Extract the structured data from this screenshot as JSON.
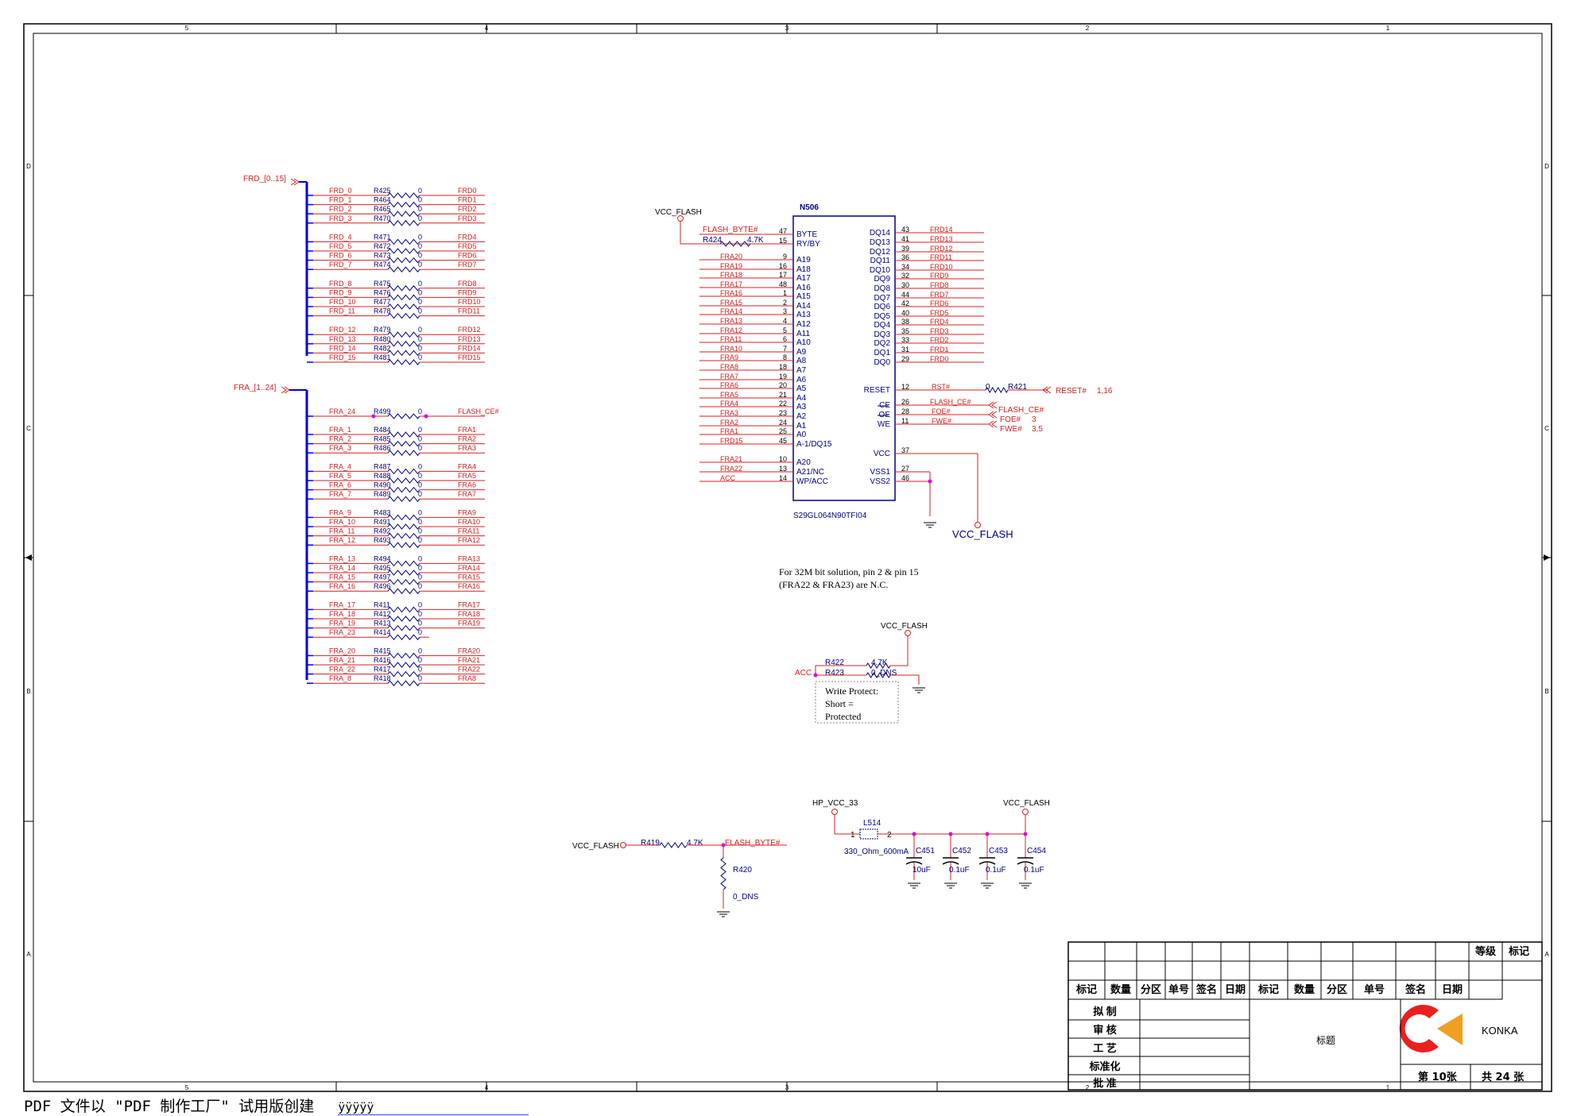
{
  "footer": {
    "text": "PDF 文件以 \"PDF 制作工厂\" 试用版创建",
    "link": "ÿÿÿÿÿ"
  },
  "colors": {
    "wire": "#d42020",
    "bus": "#0000e0",
    "part_text": "#000080",
    "net_text": "#d42020",
    "border": "#000000",
    "junction": "#e000e0",
    "logo_red": "#e82020",
    "logo_orange": "#f0a020"
  },
  "border": {
    "top_zones": [
      "5",
      "4",
      "3",
      "2",
      "1"
    ],
    "bottom_zones": [
      "5",
      "4",
      "3",
      "2",
      "1"
    ],
    "side_zones": [
      "D",
      "C",
      "B",
      "A"
    ]
  },
  "frd_bus": {
    "label": "FRD_[0..15]",
    "rows": [
      {
        "left": "FRD_0",
        "ref": "R425",
        "val": "0",
        "right": "FRD0"
      },
      {
        "left": "FRD_1",
        "ref": "R464",
        "val": "0",
        "right": "FRD1"
      },
      {
        "left": "FRD_2",
        "ref": "R465",
        "val": "0",
        "right": "FRD2"
      },
      {
        "left": "FRD_3",
        "ref": "R470",
        "val": "0",
        "right": "FRD3"
      },
      {
        "left": "FRD_4",
        "ref": "R471",
        "val": "0",
        "right": "FRD4"
      },
      {
        "left": "FRD_5",
        "ref": "R472",
        "val": "0",
        "right": "FRD5"
      },
      {
        "left": "FRD_6",
        "ref": "R473",
        "val": "0",
        "right": "FRD6"
      },
      {
        "left": "FRD_7",
        "ref": "R474",
        "val": "0",
        "right": "FRD7"
      },
      {
        "left": "FRD_8",
        "ref": "R475",
        "val": "0",
        "right": "FRD8"
      },
      {
        "left": "FRD_9",
        "ref": "R476",
        "val": "0",
        "right": "FRD9"
      },
      {
        "left": "FRD_10",
        "ref": "R477",
        "val": "0",
        "right": "FRD10"
      },
      {
        "left": "FRD_11",
        "ref": "R478",
        "val": "0",
        "right": "FRD11"
      },
      {
        "left": "FRD_12",
        "ref": "R479",
        "val": "0",
        "right": "FRD12"
      },
      {
        "left": "FRD_13",
        "ref": "R480",
        "val": "0",
        "right": "FRD13"
      },
      {
        "left": "FRD_14",
        "ref": "R482",
        "val": "0",
        "right": "FRD14"
      },
      {
        "left": "FRD_15",
        "ref": "R481",
        "val": "0",
        "right": "FRD15"
      }
    ]
  },
  "fra_bus": {
    "label": "FRA_[1..24]",
    "top_row": {
      "left": "FRA_24",
      "ref": "R499",
      "val": "0",
      "right": "FLASH_CE#"
    },
    "rows": [
      {
        "left": "FRA_1",
        "ref": "R484",
        "val": "0",
        "right": "FRA1"
      },
      {
        "left": "FRA_2",
        "ref": "R485",
        "val": "0",
        "right": "FRA2"
      },
      {
        "left": "FRA_3",
        "ref": "R486",
        "val": "0",
        "right": "FRA3"
      },
      {
        "left": "FRA_4",
        "ref": "R487",
        "val": "0",
        "right": "FRA4"
      },
      {
        "left": "FRA_5",
        "ref": "R488",
        "val": "0",
        "right": "FRA5"
      },
      {
        "left": "FRA_6",
        "ref": "R490",
        "val": "0",
        "right": "FRA6"
      },
      {
        "left": "FRA_7",
        "ref": "R489",
        "val": "0",
        "right": "FRA7"
      },
      {
        "left": "FRA_9",
        "ref": "R483",
        "val": "0",
        "right": "FRA9"
      },
      {
        "left": "FRA_10",
        "ref": "R491",
        "val": "0",
        "right": "FRA10"
      },
      {
        "left": "FRA_11",
        "ref": "R492",
        "val": "0",
        "right": "FRA11"
      },
      {
        "left": "FRA_12",
        "ref": "R493",
        "val": "0",
        "right": "FRA12"
      },
      {
        "left": "FRA_13",
        "ref": "R494",
        "val": "0",
        "right": "FRA13"
      },
      {
        "left": "FRA_14",
        "ref": "R495",
        "val": "0",
        "right": "FRA14"
      },
      {
        "left": "FRA_15",
        "ref": "R497",
        "val": "0",
        "right": "FRA15"
      },
      {
        "left": "FRA_16",
        "ref": "R496",
        "val": "0",
        "right": "FRA16"
      },
      {
        "left": "FRA_17",
        "ref": "R411",
        "val": "0",
        "right": "FRA17"
      },
      {
        "left": "FRA_18",
        "ref": "R412",
        "val": "0",
        "right": "FRA18"
      },
      {
        "left": "FRA_19",
        "ref": "R413",
        "val": "0",
        "right": "FRA19"
      },
      {
        "left": "FRA_23",
        "ref": "R414",
        "val": "0",
        "right": ""
      },
      {
        "left": "FRA_20",
        "ref": "R415",
        "val": "0",
        "right": "FRA20"
      },
      {
        "left": "FRA_21",
        "ref": "R416",
        "val": "0",
        "right": "FRA21"
      },
      {
        "left": "FRA_22",
        "ref": "R417",
        "val": "0",
        "right": "FRA22"
      },
      {
        "left": "FRA_8",
        "ref": "R418",
        "val": "0",
        "right": "FRA8"
      }
    ]
  },
  "chip": {
    "ref": "N506",
    "part": "S29GL064N90TFI04",
    "vcc_label": "VCC_FLASH",
    "byte_net": "FLASH_BYTE#",
    "pullup_ref": "R424",
    "pullup_val": "4.7K",
    "left_pins": [
      {
        "name": "BYTE",
        "num": "47",
        "net": "FLASH_BYTE#"
      },
      {
        "name": "RY/BY",
        "num": "15",
        "net": ""
      },
      {
        "name": "A19",
        "num": "9",
        "net": "FRA20"
      },
      {
        "name": "A18",
        "num": "16",
        "net": "FRA19"
      },
      {
        "name": "A17",
        "num": "17",
        "net": "FRA18"
      },
      {
        "name": "A16",
        "num": "48",
        "net": "FRA17"
      },
      {
        "name": "A15",
        "num": "1",
        "net": "FRA16"
      },
      {
        "name": "A14",
        "num": "2",
        "net": "FRA15"
      },
      {
        "name": "A13",
        "num": "3",
        "net": "FRA14"
      },
      {
        "name": "A12",
        "num": "4",
        "net": "FRA13"
      },
      {
        "name": "A11",
        "num": "5",
        "net": "FRA12"
      },
      {
        "name": "A10",
        "num": "6",
        "net": "FRA11"
      },
      {
        "name": "A9",
        "num": "7",
        "net": "FRA10"
      },
      {
        "name": "A8",
        "num": "8",
        "net": "FRA9"
      },
      {
        "name": "A7",
        "num": "18",
        "net": "FRA8"
      },
      {
        "name": "A6",
        "num": "19",
        "net": "FRA7"
      },
      {
        "name": "A5",
        "num": "20",
        "net": "FRA6"
      },
      {
        "name": "A4",
        "num": "21",
        "net": "FRA5"
      },
      {
        "name": "A3",
        "num": "22",
        "net": "FRA4"
      },
      {
        "name": "A2",
        "num": "23",
        "net": "FRA3"
      },
      {
        "name": "A1",
        "num": "24",
        "net": "FRA2"
      },
      {
        "name": "A0",
        "num": "25",
        "net": "FRA1"
      },
      {
        "name": "A-1/DQ15",
        "num": "45",
        "net": "FRD15"
      },
      {
        "name": "A20",
        "num": "10",
        "net": "FRA21"
      },
      {
        "name": "A21/NC",
        "num": "13",
        "net": "FRA22"
      },
      {
        "name": "WP/ACC",
        "num": "14",
        "net": "ACC"
      }
    ],
    "right_pins": [
      {
        "name": "DQ14",
        "num": "43",
        "net": "FRD14"
      },
      {
        "name": "DQ13",
        "num": "41",
        "net": "FRD13"
      },
      {
        "name": "DQ12",
        "num": "39",
        "net": "FRD12"
      },
      {
        "name": "DQ11",
        "num": "36",
        "net": "FRD11"
      },
      {
        "name": "DQ10",
        "num": "34",
        "net": "FRD10"
      },
      {
        "name": "DQ9",
        "num": "32",
        "net": "FRD9"
      },
      {
        "name": "DQ8",
        "num": "30",
        "net": "FRD8"
      },
      {
        "name": "DQ7",
        "num": "44",
        "net": "FRD7"
      },
      {
        "name": "DQ6",
        "num": "42",
        "net": "FRD6"
      },
      {
        "name": "DQ5",
        "num": "40",
        "net": "FRD5"
      },
      {
        "name": "DQ4",
        "num": "38",
        "net": "FRD4"
      },
      {
        "name": "DQ3",
        "num": "35",
        "net": "FRD3"
      },
      {
        "name": "DQ2",
        "num": "33",
        "net": "FRD2"
      },
      {
        "name": "DQ1",
        "num": "31",
        "net": "FRD1"
      },
      {
        "name": "DQ0",
        "num": "29",
        "net": "FRD0"
      },
      {
        "name": "RESET",
        "num": "12",
        "net": "RST#"
      },
      {
        "name": "CE",
        "num": "26",
        "net": "FLASH_CE#"
      },
      {
        "name": "OE",
        "num": "28",
        "net": "FOE#"
      },
      {
        "name": "WE",
        "num": "11",
        "net": "FWE#"
      },
      {
        "name": "VCC",
        "num": "37",
        "net": ""
      },
      {
        "name": "VSS1",
        "num": "27",
        "net": ""
      },
      {
        "name": "VSS2",
        "num": "46",
        "net": ""
      }
    ],
    "reset_res_ref": "R421",
    "reset_res_val": "0",
    "reset_port": "RESET#",
    "reset_port_ref": "1,16",
    "ce_port": "FLASH_CE#",
    "oe_port": "FOE#",
    "oe_port_ref": "3",
    "we_port": "FWE#",
    "we_port_ref": "3,5",
    "vcc_bottom_label": "VCC_FLASH"
  },
  "note": {
    "line1": "For 32M bit solution, pin 2 & pin 15",
    "line2": "(FRA22 & FRA23) are N.C."
  },
  "wp_block": {
    "vcc_label": "VCC_FLASH",
    "r1_ref": "R422",
    "r1_val": "4.7K",
    "r2_ref": "R423",
    "r2_val": "0_DNS",
    "acc": "ACC",
    "note1": "Write Protect:",
    "note2": "Short =",
    "note3": "Protected"
  },
  "byte_block": {
    "vcc_label": "VCC_FLASH",
    "r1_ref": "R419",
    "r1_val": "4.7K",
    "net": "FLASH_BYTE#",
    "r2_ref": "R420",
    "r2_val": "0_DNS"
  },
  "power_block": {
    "src_label": "HP_VCC_33",
    "dst_label": "VCC_FLASH",
    "ind_ref": "L514",
    "ind_val": "330_Ohm_600mA",
    "pin1": "1",
    "pin2": "2",
    "caps": [
      {
        "ref": "C451",
        "val": "10uF"
      },
      {
        "ref": "C452",
        "val": "0.1uF"
      },
      {
        "ref": "C453",
        "val": "0.1uF"
      },
      {
        "ref": "C454",
        "val": "0.1uF"
      }
    ]
  },
  "title_block": {
    "grade": "等级",
    "mark": "标记",
    "headers": [
      "标记",
      "数量",
      "分区",
      "单号",
      "签名",
      "日期",
      "标记",
      "数量",
      "分区",
      "单号",
      "签名",
      "日期"
    ],
    "roles": [
      "拟 制",
      "审 核",
      "工 艺",
      "标准化",
      "批 准"
    ],
    "title": "标题",
    "brand": "KONKA",
    "sheet": "第 10张",
    "total": "共 24 张"
  }
}
